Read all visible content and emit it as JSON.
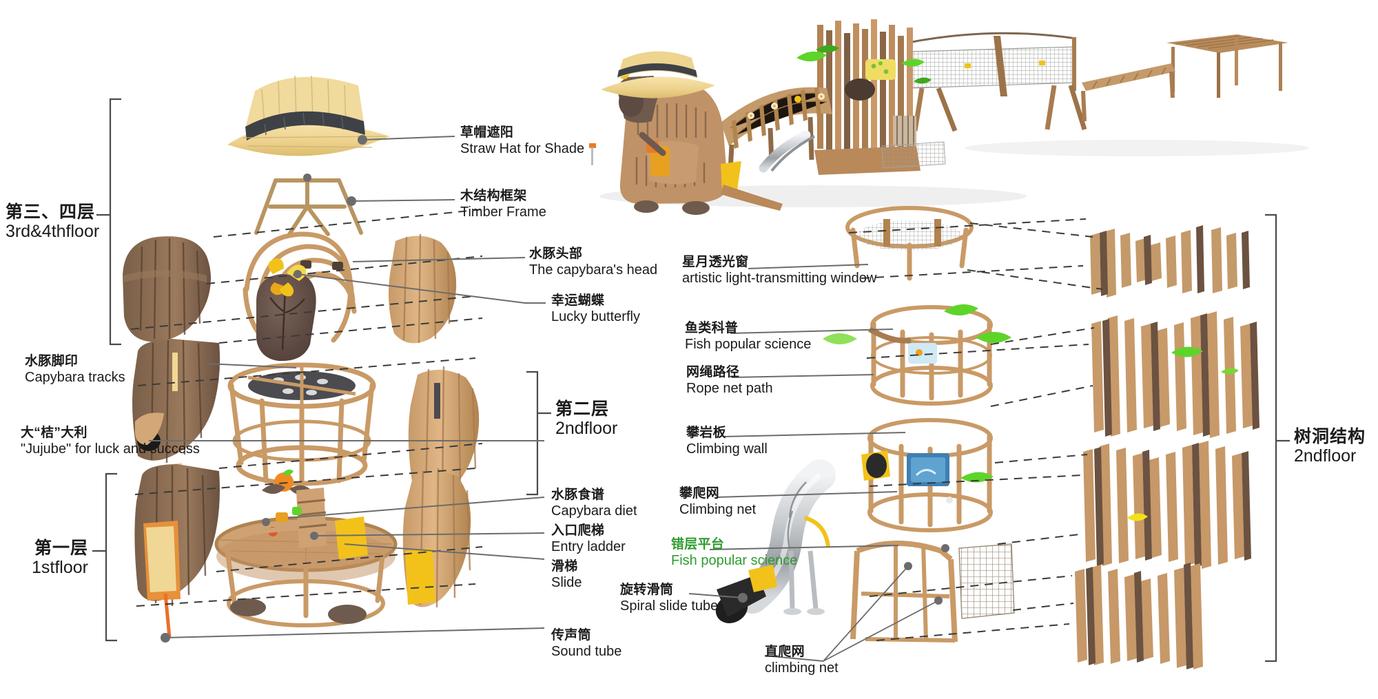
{
  "diagram": {
    "title_visible": false,
    "colors": {
      "wood_light": "#d9ab79",
      "wood_mid": "#c08f5e",
      "wood_dark": "#6b5241",
      "straw": "#f0d795",
      "hat_band": "#3e4247",
      "leaf_green": "#5ed42a",
      "accent_yellow": "#f2c21a",
      "accent_orange": "#e87b24",
      "metal_grey": "#b9bcc0",
      "line_grey": "#6c6c6c",
      "text_black": "#1b1b1b",
      "text_green": "#2f9c2f"
    },
    "group_labels": [
      {
        "id": "floor-3-4",
        "cn": "第三、四层",
        "en": "3rd&4thfloor"
      },
      {
        "id": "floor-2-left",
        "cn": "第二层",
        "en": "2ndfloor"
      },
      {
        "id": "floor-1",
        "cn": "第一层",
        "en": "1stfloor"
      },
      {
        "id": "tree-hole-structure",
        "cn": "树洞结构",
        "en": "2ndfloor"
      }
    ],
    "callouts_left": [
      {
        "id": "straw-hat",
        "cn": "草帽遮阳",
        "en": "Straw Hat for Shade"
      },
      {
        "id": "timber-frame",
        "cn": "木结构框架",
        "en": "Timber Frame"
      },
      {
        "id": "capybara-head",
        "cn": "水豚头部",
        "en": "The capybara's head"
      },
      {
        "id": "lucky-butterfly",
        "cn": "幸运蝴蝶",
        "en": "Lucky butterfly"
      },
      {
        "id": "capybara-tracks",
        "cn": "水豚脚印",
        "en": "Capybara tracks"
      },
      {
        "id": "jujube-luck",
        "cn": "大“桔”大利",
        "en": "\"Jujube\" for luck and success"
      },
      {
        "id": "capybara-diet",
        "cn": "水豚食谱",
        "en": "Capybara diet"
      },
      {
        "id": "entry-ladder",
        "cn": "入口爬梯",
        "en": "Entry ladder"
      },
      {
        "id": "slide",
        "cn": "滑梯",
        "en": "Slide"
      },
      {
        "id": "sound-tube",
        "cn": "传声筒",
        "en": "Sound tube"
      }
    ],
    "callouts_right": [
      {
        "id": "light-window",
        "cn": "星月透光窗",
        "en": "artistic light-transmitting window"
      },
      {
        "id": "fish-science",
        "cn": "鱼类科普",
        "en": "Fish popular science"
      },
      {
        "id": "rope-net-path",
        "cn": "网绳路径",
        "en": "Rope net path"
      },
      {
        "id": "climbing-wall",
        "cn": "攀岩板",
        "en": "Climbing wall"
      },
      {
        "id": "climbing-net",
        "cn": "攀爬网",
        "en": "Climbing net"
      },
      {
        "id": "split-level-platform",
        "cn": "错层平台",
        "en": "Fish popular science",
        "color": "green"
      },
      {
        "id": "spiral-slide-tube",
        "cn": "旋转滑筒",
        "en": "Spiral slide tube"
      },
      {
        "id": "straight-climbing-net",
        "cn": "直爬网",
        "en": "climbing net"
      }
    ],
    "render_scene": {
      "id": "playground-render",
      "description_parts": [
        "capybara-mascot",
        "straw-hat",
        "curved-boardwalk",
        "timber-tower",
        "rope-net-bridge",
        "pergola-shelter"
      ]
    }
  }
}
